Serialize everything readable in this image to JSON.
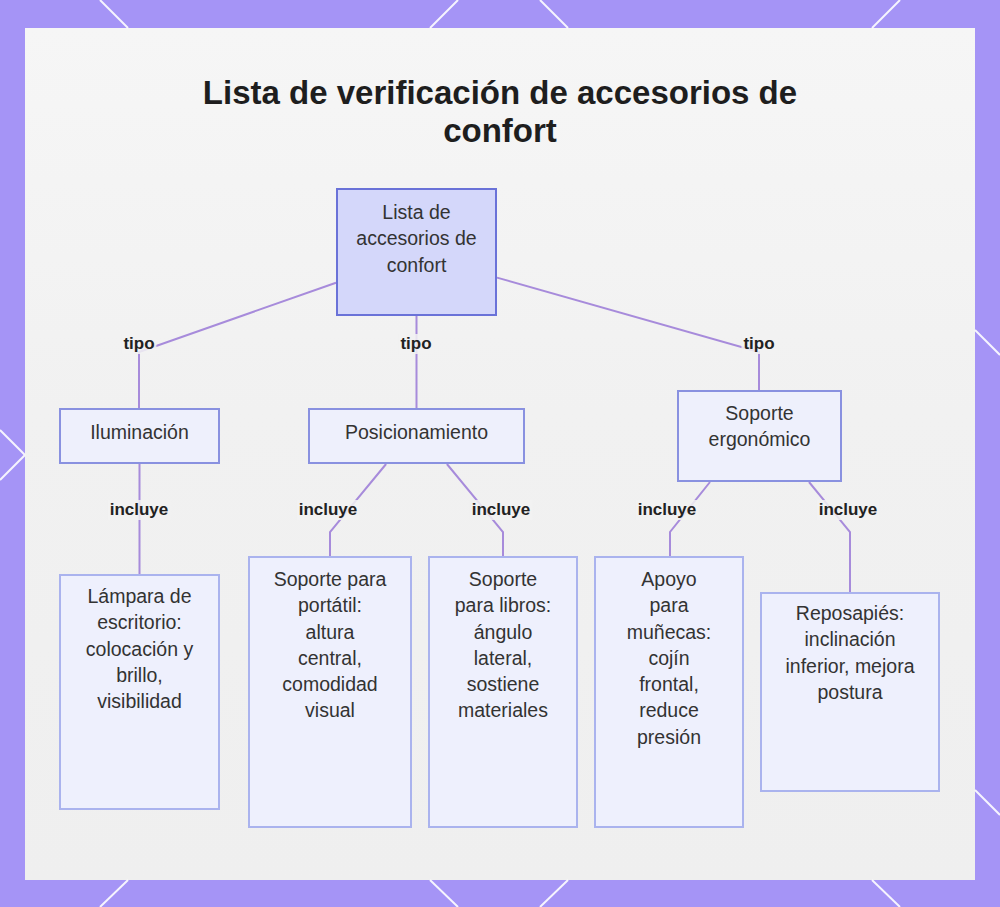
{
  "diagram": {
    "title": "Lista de verificación de accesorios de confort",
    "nodes": [
      {
        "text": [
          "Lista de accesorios de confort"
        ]
      },
      {
        "text": [
          "Iluminación"
        ]
      },
      {
        "text": [
          "Posicionamiento"
        ]
      },
      {
        "text": [
          "Soporte ergonómico"
        ]
      },
      {
        "text": [
          "Lámpara de escritorio: colocación y brillo, visibilidad"
        ]
      },
      {
        "text": [
          "Soporte para portátil: altura central, comodidad visual"
        ]
      },
      {
        "text": [
          "Soporte para libros: ángulo lateral, sostiene materiales"
        ]
      },
      {
        "text": [
          "Apoyo para muñecas: cojín frontal, reduce presión"
        ]
      },
      {
        "text": [
          "Reposapiés: inclinación inferior, mejora postura"
        ]
      }
    ],
    "edges": [
      {
        "from": 0,
        "to": 1,
        "label": "tipo",
        "arrow": "none"
      },
      {
        "from": 0,
        "to": 2,
        "label": "tipo",
        "arrow": "none"
      },
      {
        "from": 0,
        "to": 3,
        "label": "tipo",
        "arrow": "none"
      },
      {
        "from": 1,
        "to": 4,
        "label": "incluye",
        "arrow": "none"
      },
      {
        "from": 2,
        "to": 5,
        "label": "incluye",
        "arrow": "none"
      },
      {
        "from": 2,
        "to": 6,
        "label": "incluye",
        "arrow": "none"
      },
      {
        "from": 3,
        "to": 7,
        "label": "incluye",
        "arrow": "none"
      },
      {
        "from": 3,
        "to": 8,
        "label": "incluye",
        "arrow": "none"
      }
    ]
  }
}
